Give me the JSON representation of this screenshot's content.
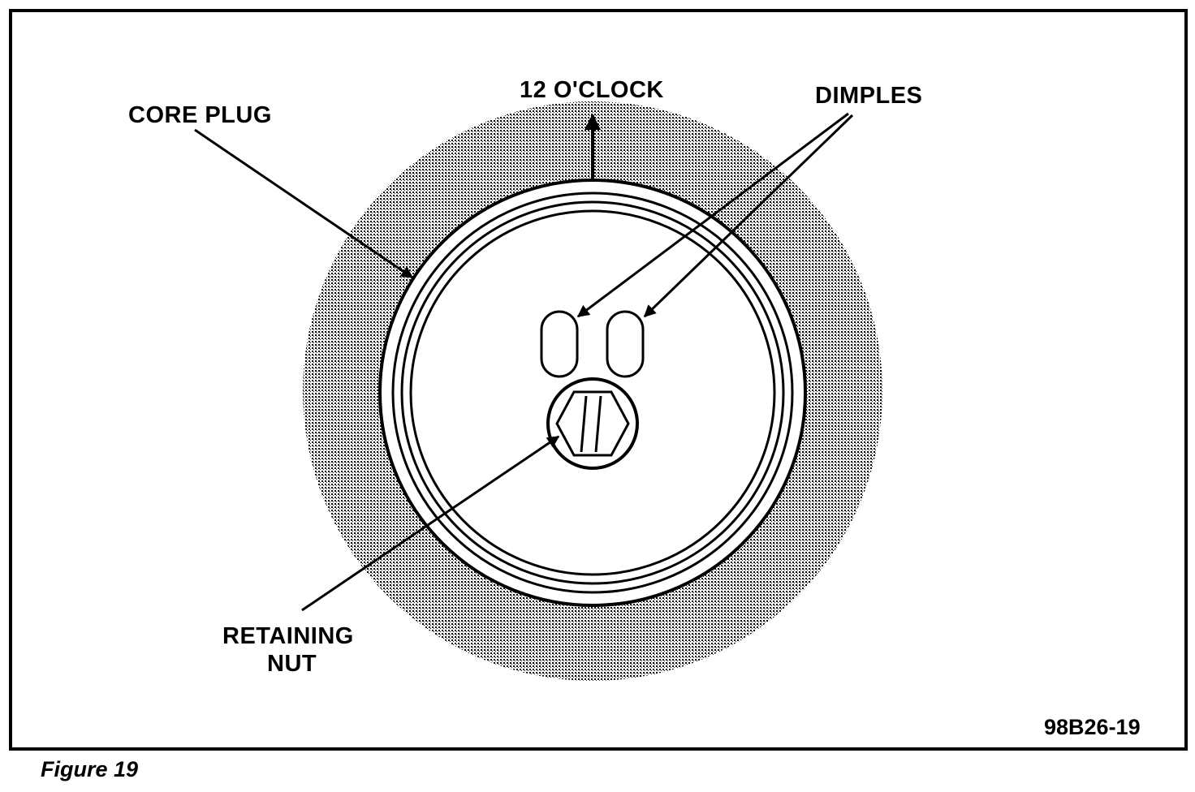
{
  "labels": {
    "core_plug": "CORE PLUG",
    "twelve_oclock": "12 O'CLOCK",
    "dimples": "DIMPLES",
    "retaining_nut_line1": "RETAINING",
    "retaining_nut_line2": "NUT",
    "figure_code": "98B26-19"
  },
  "caption": "Figure 19",
  "colors": {
    "line": "#000000",
    "background": "#ffffff",
    "shaded_ring": "#8a8a8a"
  }
}
